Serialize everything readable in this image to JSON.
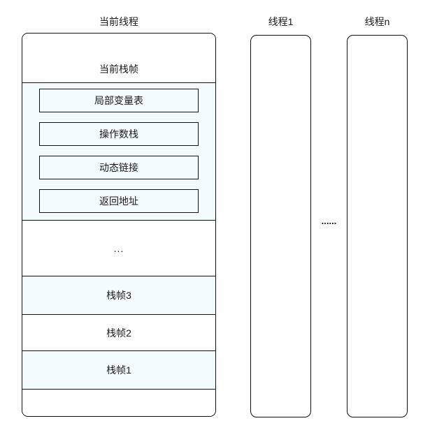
{
  "diagram": {
    "current_thread": {
      "title": "当前线程",
      "current_frame_label": "当前栈帧",
      "frame_parts": [
        "局部变量表",
        "操作数栈",
        "动态链接",
        "返回地址"
      ],
      "ellipsis": "...",
      "stack_frames": [
        "栈帧3",
        "栈帧2",
        "栈帧1"
      ]
    },
    "thread_1": {
      "title": "线程1"
    },
    "thread_n": {
      "title": "线程n"
    },
    "between_threads_ellipsis": "......",
    "colors": {
      "border": "#111111",
      "highlight_tint": "#f4fbfd",
      "background": "#ffffff"
    }
  }
}
